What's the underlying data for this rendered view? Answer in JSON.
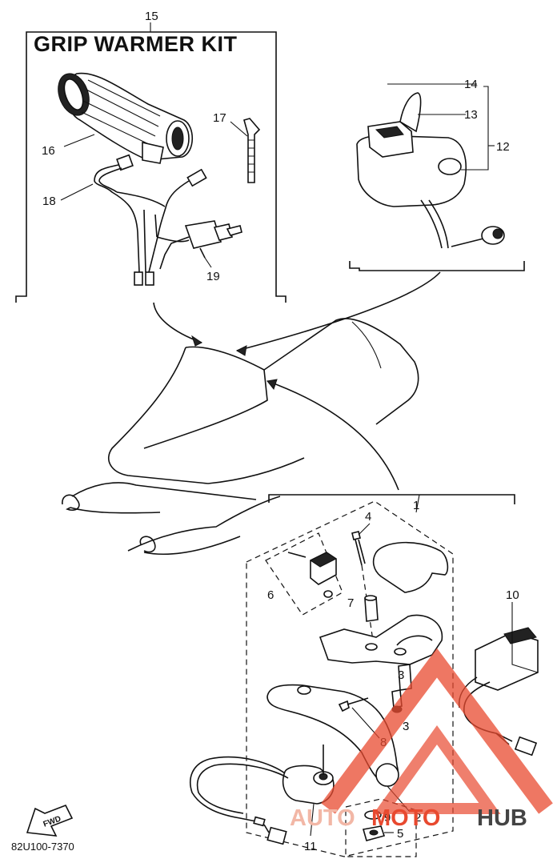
{
  "kit_title": "GRIP WARMER KIT",
  "diagram_code": "82U100-7370",
  "fwd_label": "FWD",
  "watermark": {
    "text_part1": "AUTO",
    "text_part2": "MOTO",
    "text_part3": "HUB",
    "color_main": "#e8492f",
    "color_light": "#f2b7a6",
    "color_dark": "#444444"
  },
  "callouts": {
    "c1": "1",
    "c2": "2",
    "c3a": "3",
    "c3b": "3",
    "c4": "4",
    "c5": "5",
    "c6": "6",
    "c7": "7",
    "c8": "8",
    "c9": "9",
    "c10": "10",
    "c11": "11",
    "c12": "12",
    "c13": "13",
    "c14": "14",
    "c15": "15",
    "c16": "16",
    "c17": "17",
    "c18": "18",
    "c19": "19"
  }
}
